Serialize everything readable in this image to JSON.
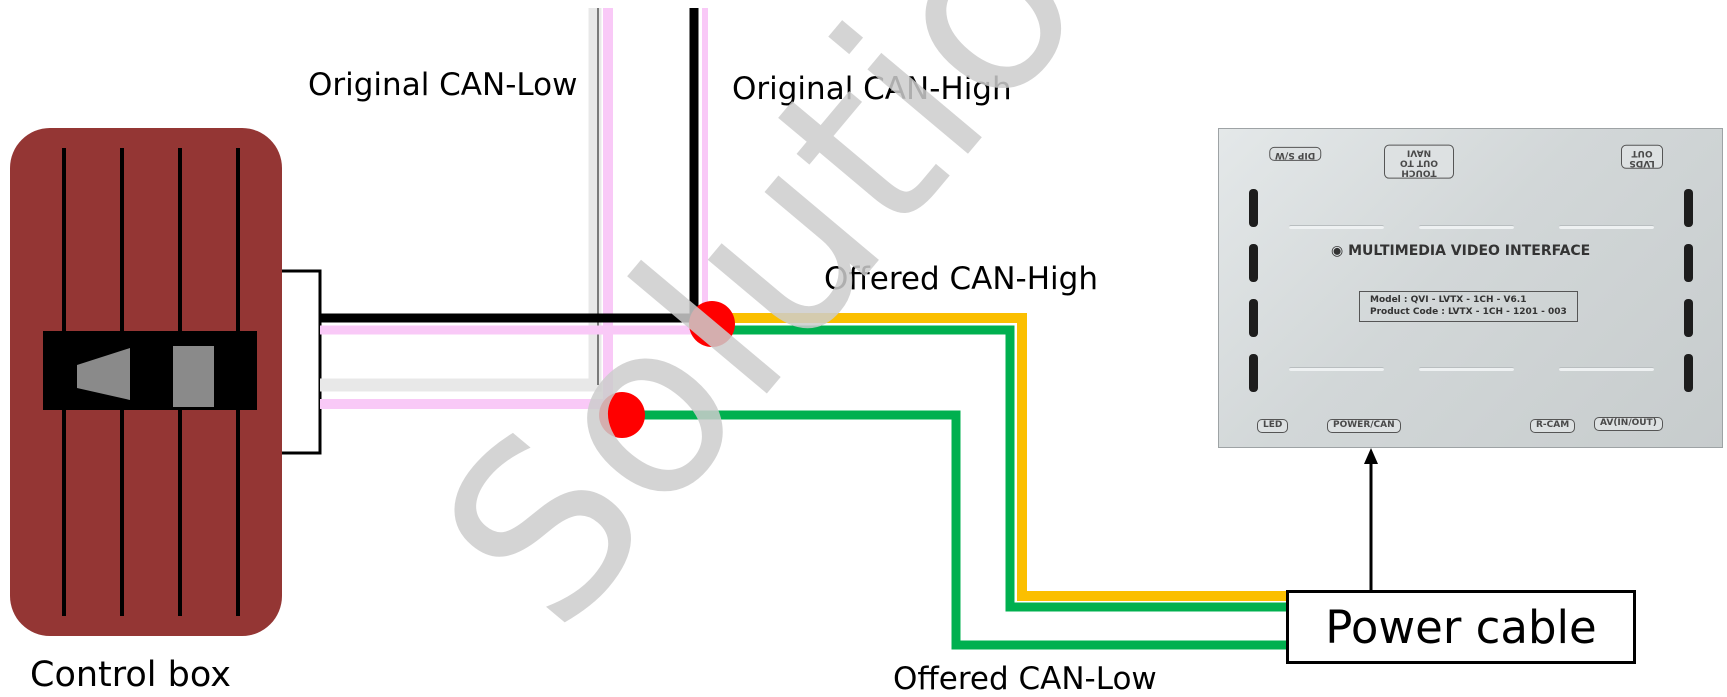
{
  "labels": {
    "original_can_low": "Original CAN-Low",
    "original_can_high": "Original CAN-High",
    "offered_can_high": "Offered CAN-High",
    "offered_can_low": "Offered CAN-Low",
    "control_box": "Control box",
    "power_cable": "Power cable"
  },
  "module": {
    "title": "MULTIMEDIA VIDEO INTERFACE",
    "model": "Model : QVI - LVTX - 1CH - V6.1",
    "product_code": "Product Code : LVTX - 1CH - 1201 - 003",
    "ports_top": {
      "dip_sw": "DIP S/W",
      "touch_out": "TOUCH OUT TO NAVI",
      "lvds_out": "LVDS OUT"
    },
    "ports_bottom": {
      "led": "LED",
      "power_can": "POWER/CAN",
      "r_cam": "R-CAM",
      "av_in_out": "AV(IN/OUT)"
    }
  },
  "watermark": "Solutions.com",
  "colors": {
    "control_box": "#943634",
    "can_high_original": "#000000",
    "can_low_original": "#f9c9f7",
    "offered_can_high": "#fbbf00",
    "offered_can_low": "#00b04f",
    "junction": "#ff0000",
    "watermark": "#d8d8d8"
  }
}
